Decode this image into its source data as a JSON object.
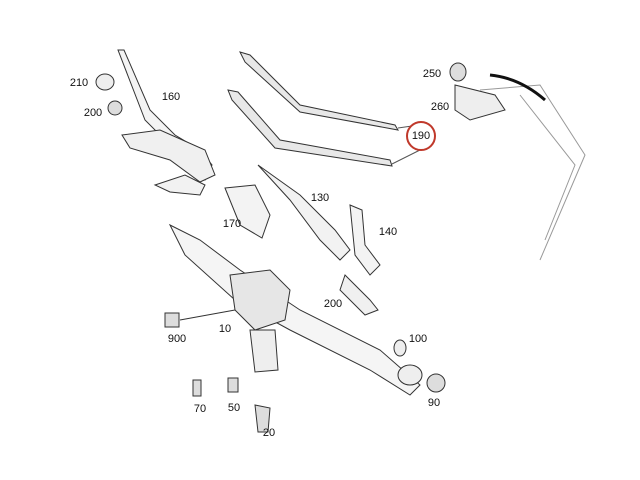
{
  "diagram": {
    "title_hidden": null,
    "highlight_color": "#c0392b",
    "part_labels": [
      "210",
      "200",
      "160",
      "250",
      "260",
      "190",
      "170",
      "130",
      "140",
      "200",
      "10",
      "900",
      "100",
      "70",
      "50",
      "90",
      "20"
    ],
    "highlighted_part": "190"
  }
}
